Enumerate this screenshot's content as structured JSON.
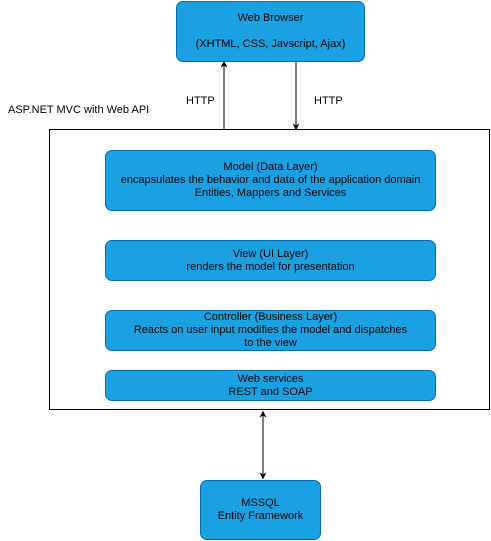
{
  "browser": {
    "title": "Web Browser",
    "tech": "(XHTML, CSS, Javscript, Ajax)"
  },
  "http_up_label": "HTTP",
  "http_down_label": "HTTP",
  "container_label": "ASP.NET MVC with Web API",
  "model": {
    "title": "Model (Data Layer)",
    "line2": "encapsulates the behavior and data of the application domain",
    "line3": "Entities, Mappers and Services"
  },
  "view": {
    "title": "View (UI Layer)",
    "line2": "renders the model for presentation"
  },
  "controller": {
    "title": "Controller (Business Layer)",
    "line2": "Reacts on user input modifies the model and dispatches",
    "line3": "to the view"
  },
  "services": {
    "title": "Web services",
    "line2": "REST and SOAP"
  },
  "database": {
    "title": "MSSQL",
    "line2": "Entity Framework"
  },
  "colors": {
    "box_fill": "#1ba1e2",
    "box_border": "#006eaf",
    "line": "#000000"
  }
}
